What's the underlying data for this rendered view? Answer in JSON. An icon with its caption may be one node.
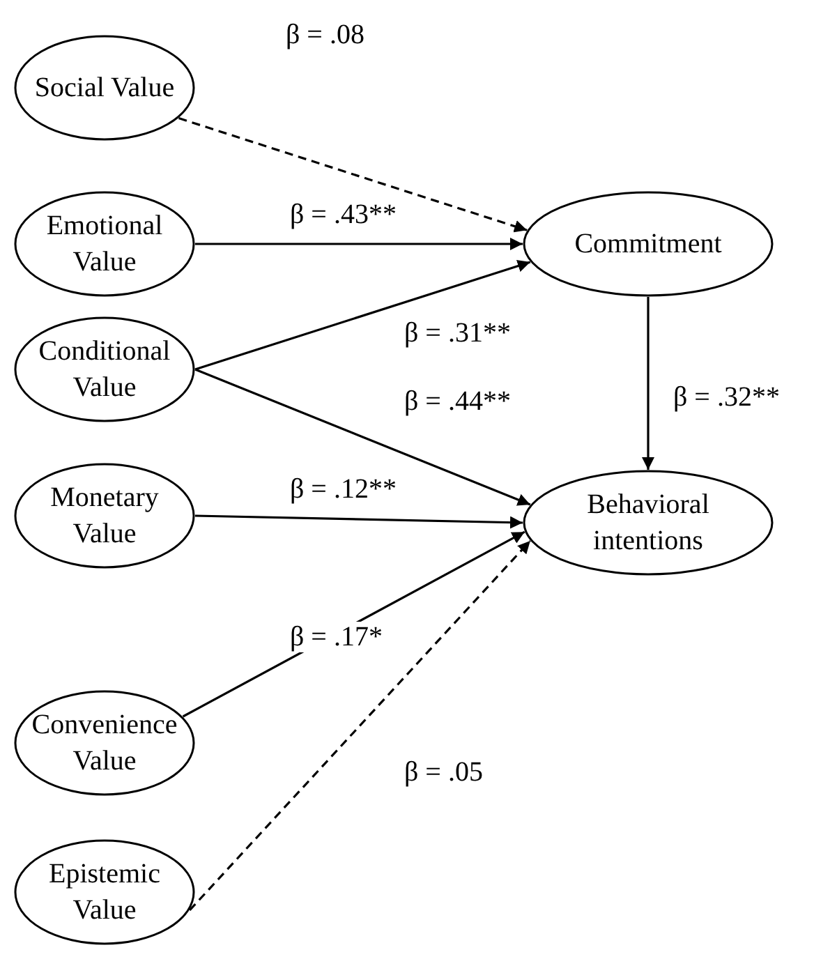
{
  "diagram": {
    "nodes": [
      {
        "text": [
          "Social Value"
        ]
      },
      {
        "text": [
          "Emotional Value"
        ]
      },
      {
        "text": [
          "Conditional Value"
        ]
      },
      {
        "text": [
          "Monetary Value"
        ]
      },
      {
        "text": [
          "Convenience Value"
        ]
      },
      {
        "text": [
          "Epistemic Value"
        ]
      },
      {
        "text": [
          "Commitment"
        ]
      },
      {
        "text": [
          "Behavioral intentions"
        ]
      }
    ],
    "edges": [
      {
        "from": 0,
        "to": 6,
        "arrow": "to",
        "label": "β = .08",
        "style": "dashed"
      },
      {
        "from": 1,
        "to": 6,
        "arrow": "to",
        "label": "β = .43**"
      },
      {
        "from": 2,
        "to": 6,
        "arrow": "to",
        "label": "β = .31**"
      },
      {
        "from": 2,
        "to": 7,
        "arrow": "to",
        "label": "β = .44**"
      },
      {
        "from": 3,
        "to": 7,
        "arrow": "to",
        "label": "β = .12**"
      },
      {
        "from": 4,
        "to": 7,
        "arrow": "to",
        "label": "β = .17*"
      },
      {
        "from": 5,
        "to": 7,
        "arrow": "to",
        "label": "β = .05",
        "style": "dashed"
      },
      {
        "from": 6,
        "to": 7,
        "arrow": "to",
        "label": "β = .32**"
      }
    ]
  }
}
